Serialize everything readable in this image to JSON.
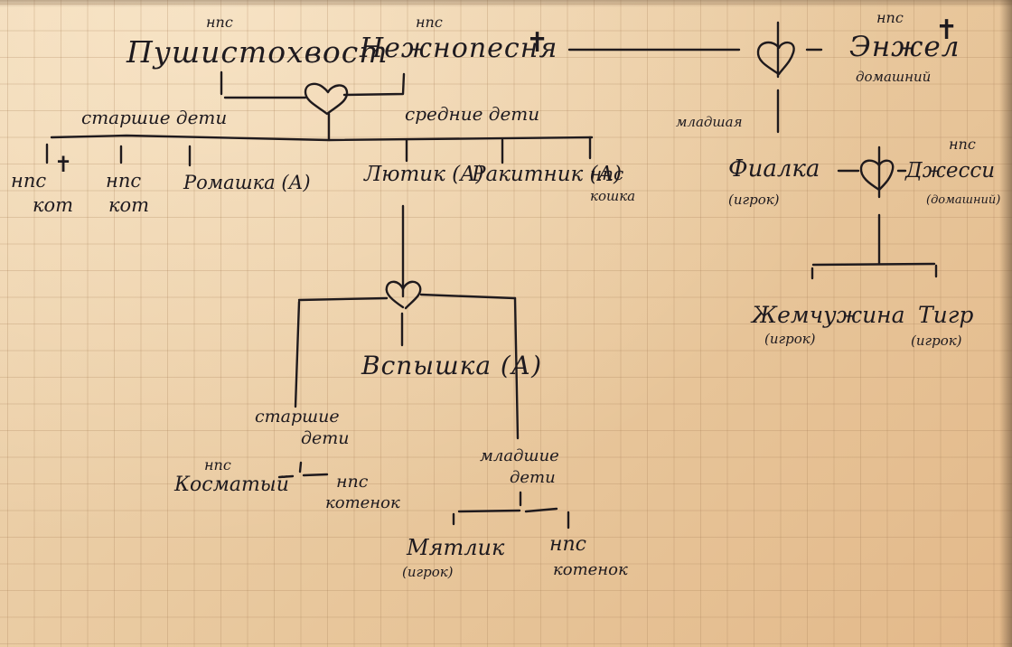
{
  "diagram": {
    "type": "family tree (handwritten on grid paper)",
    "labels": {
      "nps": "нпс",
      "deceased_mark": "✝",
      "love_mark": "♡",
      "elder_children": "старшие дети",
      "middle_children": "средние дети",
      "younger_children": "младшие дети",
      "youngest": "младшая",
      "elder_children_line1": "старшие",
      "children_word": "дети",
      "younger_line1": "младшие"
    },
    "founders": {
      "parent1": {
        "name": "Пушистохвост",
        "tag": "нпс"
      },
      "parent2": {
        "name": "Нежнопесня",
        "tag": "нпс",
        "deceased": true
      },
      "other_partner": {
        "name": "Энжел",
        "tag": "нпс",
        "note": "домашний",
        "deceased": true
      }
    },
    "elder_children": [
      {
        "tag": "нпс",
        "name": "кот",
        "deceased": true
      },
      {
        "tag": "нпс",
        "name": "кот"
      },
      {
        "name": "Ромашка (А)"
      }
    ],
    "middle_children": [
      {
        "name": "Лютик (А)"
      },
      {
        "name": "Ракитник (А)"
      },
      {
        "tag": "нпс",
        "name": "кошка"
      }
    ],
    "violet_branch": {
      "child": {
        "name": "Фиалка",
        "note": "(игрок)"
      },
      "partner": {
        "name": "Джесси",
        "tag": "нпс",
        "note": "(домашний)"
      },
      "children": [
        {
          "name": "Жемчужина",
          "note": "(игрок)"
        },
        {
          "name": "Тигр",
          "note": "(игрок)"
        }
      ]
    },
    "buttercup_branch": {
      "partner": {
        "name": "Вспышка (А)"
      },
      "elder_children": [
        {
          "name": "Косматый",
          "tag": "нпс"
        },
        {
          "name": "котенок",
          "tag": "нпс"
        }
      ],
      "younger_children": [
        {
          "name": "Мятлик",
          "note": "(игрок)"
        },
        {
          "name": "котенок",
          "tag": "нпс"
        }
      ]
    }
  },
  "colors": {
    "ink": "#1f1a1d",
    "paper": "#ecd1ab",
    "grid": "#b08a60"
  }
}
